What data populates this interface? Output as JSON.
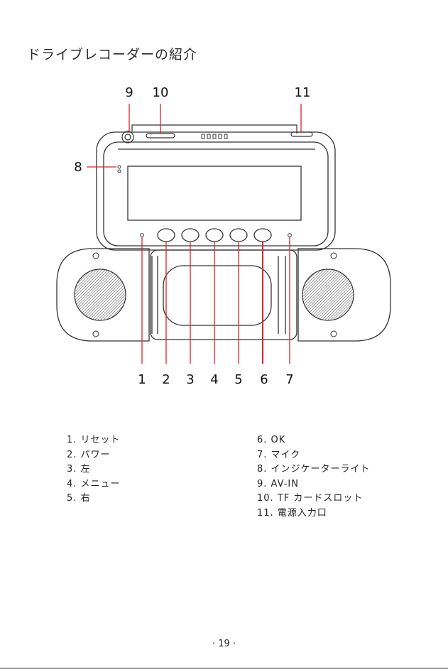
{
  "title": "ドライブレコーダーの紹介",
  "callouts": [
    "1",
    "2",
    "3",
    "4",
    "5",
    "6",
    "7",
    "8",
    "9",
    "10",
    "11"
  ],
  "legend_left": [
    "1. リセット",
    "2. パワー",
    "3. 左",
    "4. メニュー",
    "5. 右"
  ],
  "legend_right": [
    "6. OK",
    "7. マイク",
    "8. インジケーターライト",
    "9. AV-IN",
    "10. TF カードスロット",
    "11. 電源入力口"
  ],
  "page_number": "· 19 ·",
  "colors": {
    "callout_line": "#d8232a",
    "outline": "#333333"
  }
}
